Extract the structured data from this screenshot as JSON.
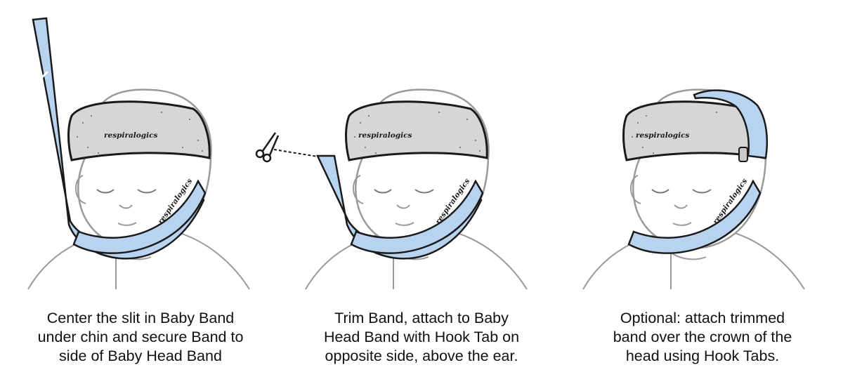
{
  "steps": [
    {
      "caption_lines": [
        "Center the slit in Baby Band",
        "under chin and secure Band to",
        "side of Baby Head Band"
      ],
      "headband_logo": "respiralogics",
      "chinband_logo": "respiralogics",
      "scissors": false,
      "crown_strap": false
    },
    {
      "caption_lines": [
        "Trim Band, attach to Baby",
        "Head Band with Hook Tab on",
        "opposite side, above the ear."
      ],
      "headband_logo": "respiralogics",
      "chinband_logo": "respiralogics",
      "scissors": true,
      "crown_strap": false
    },
    {
      "caption_lines": [
        "Optional: attach trimmed",
        "band over the crown of the",
        "head using Hook Tabs."
      ],
      "headband_logo": "respiralogics",
      "chinband_logo": "respiralogics",
      "scissors": false,
      "crown_strap": true
    }
  ],
  "colors": {
    "band_blue": "#b8d3ef",
    "band_outline": "#1a1a1a",
    "headband_gray": "#d6d6d6",
    "baby_line": "#9a9a9a"
  }
}
